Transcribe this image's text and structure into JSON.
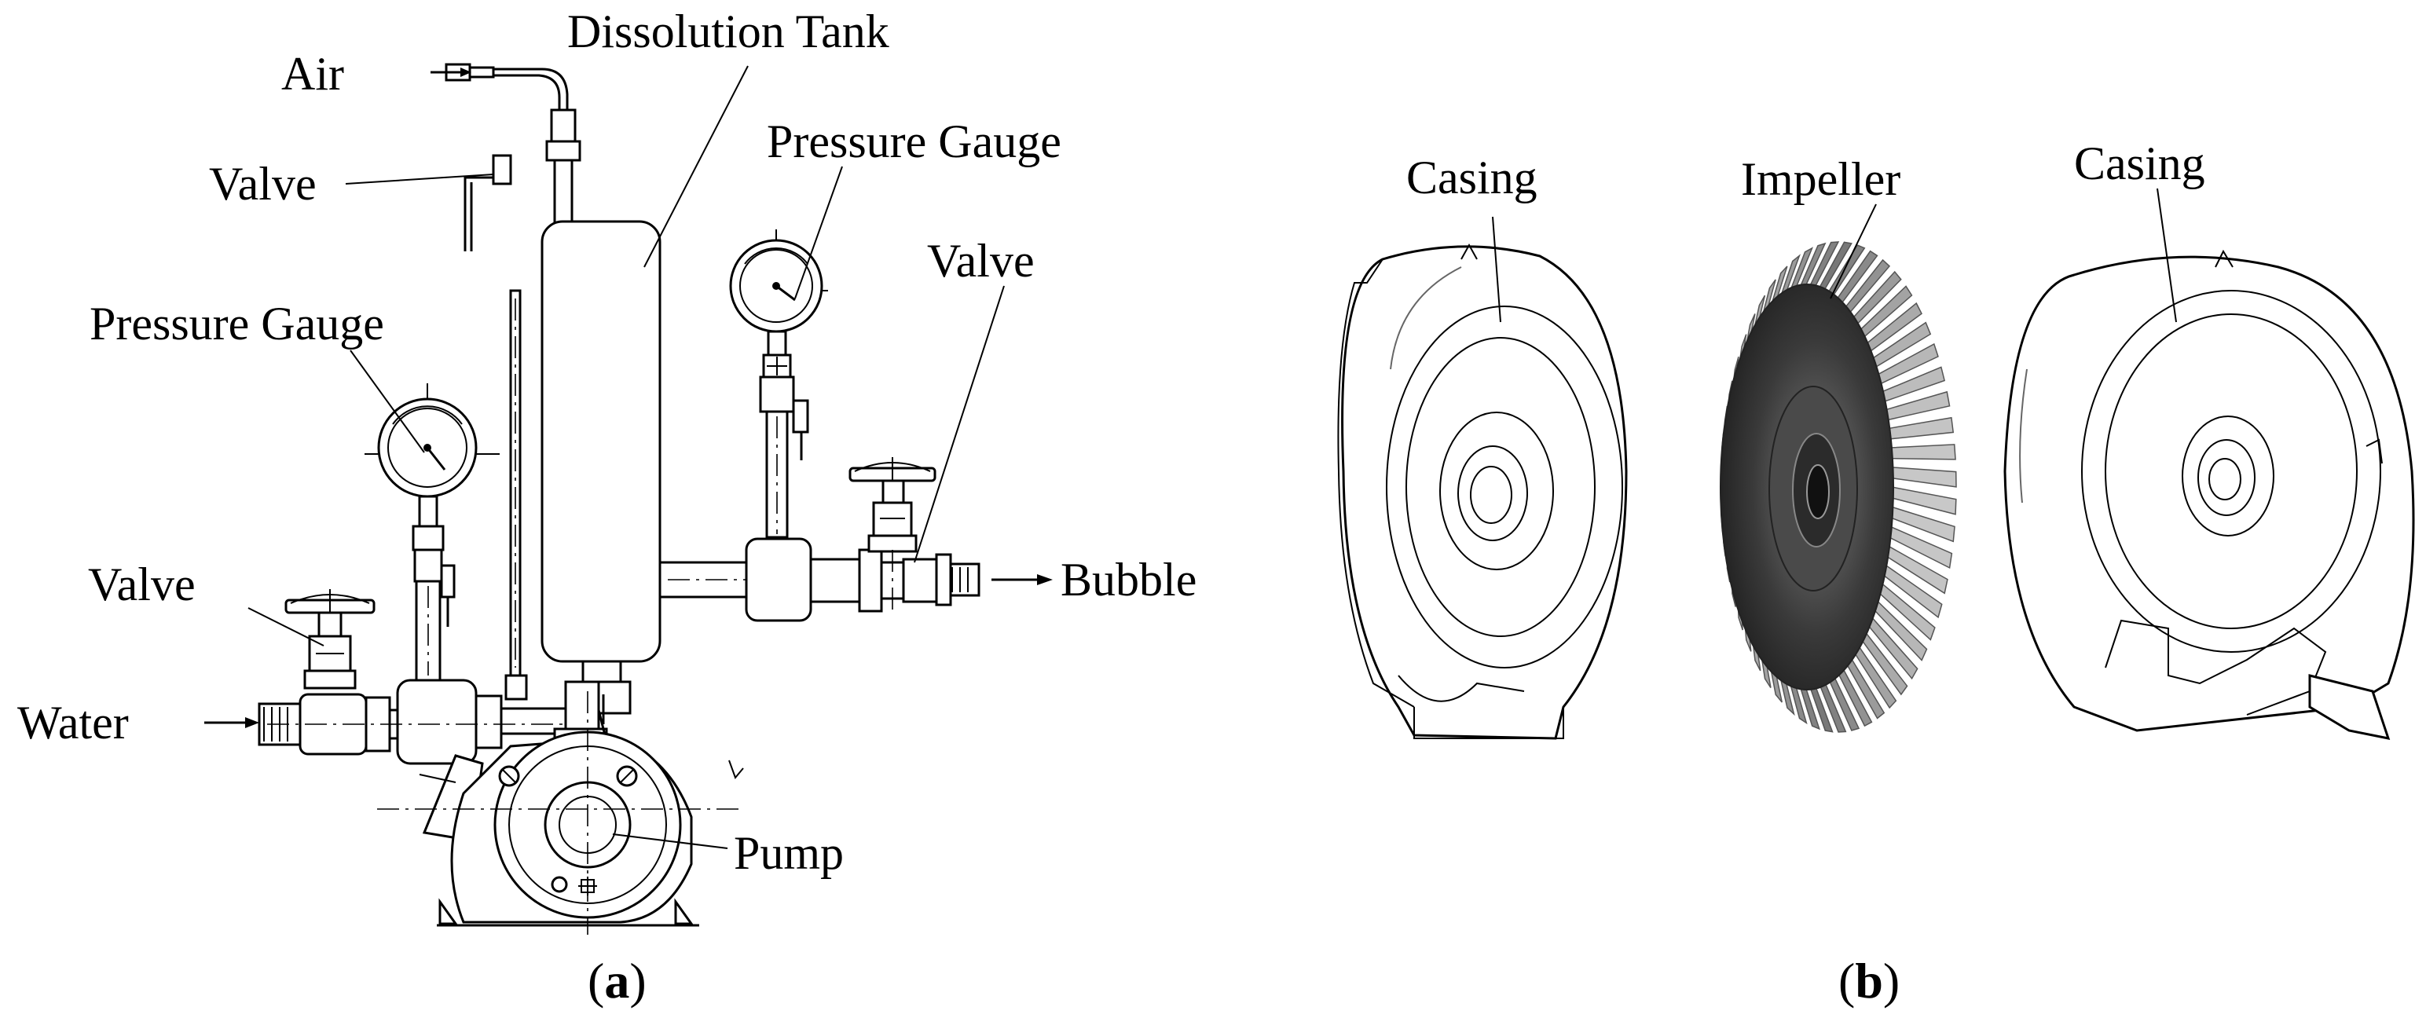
{
  "panel_a": {
    "labels": {
      "air": "Air",
      "valve_air": "Valve",
      "dissolution_tank": "Dissolution Tank",
      "pressure_gauge_right": "Pressure Gauge",
      "valve_right": "Valve",
      "pressure_gauge_left": "Pressure Gauge",
      "valve_left": "Valve",
      "water": "Water",
      "bubble": "Bubble",
      "pump": "Pump"
    },
    "caption": {
      "open": "(",
      "letter": "a",
      "close": ")"
    }
  },
  "panel_b": {
    "labels": {
      "casing_left": "Casing",
      "impeller": "Impeller",
      "casing_right": "Casing"
    },
    "caption": {
      "open": "(",
      "letter": "b",
      "close": ")"
    }
  }
}
